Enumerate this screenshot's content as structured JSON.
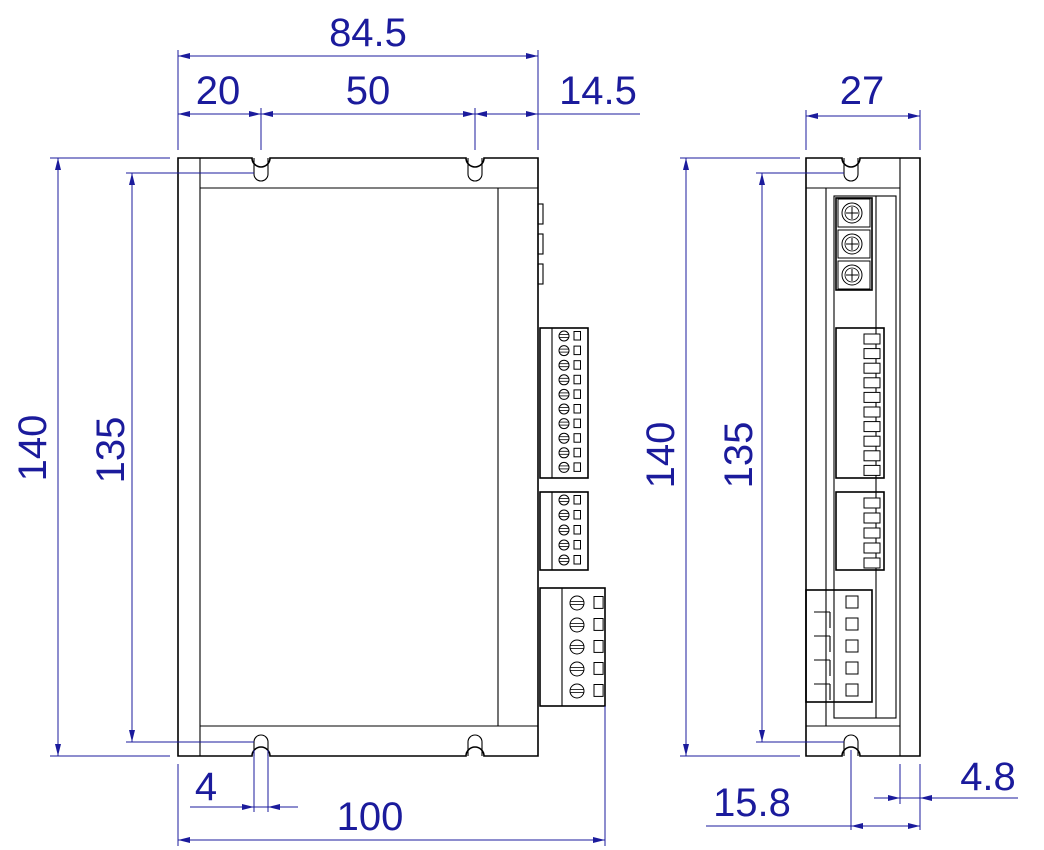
{
  "colors": {
    "dimension": "#1b1b9c",
    "outline": "#000000",
    "background": "#ffffff"
  },
  "front_view": {
    "dims": {
      "overall_width": "84.5",
      "hole_offset_left": "20",
      "hole_spacing": "50",
      "hole_offset_right": "14.5",
      "overall_height": "140",
      "hole_pitch_height": "135",
      "slot_width": "4",
      "total_depth": "100"
    }
  },
  "side_view": {
    "dims": {
      "width": "27",
      "overall_height": "140",
      "hole_pitch_height": "135",
      "hole_offset": "15.8",
      "edge_offset": "4.8"
    }
  }
}
